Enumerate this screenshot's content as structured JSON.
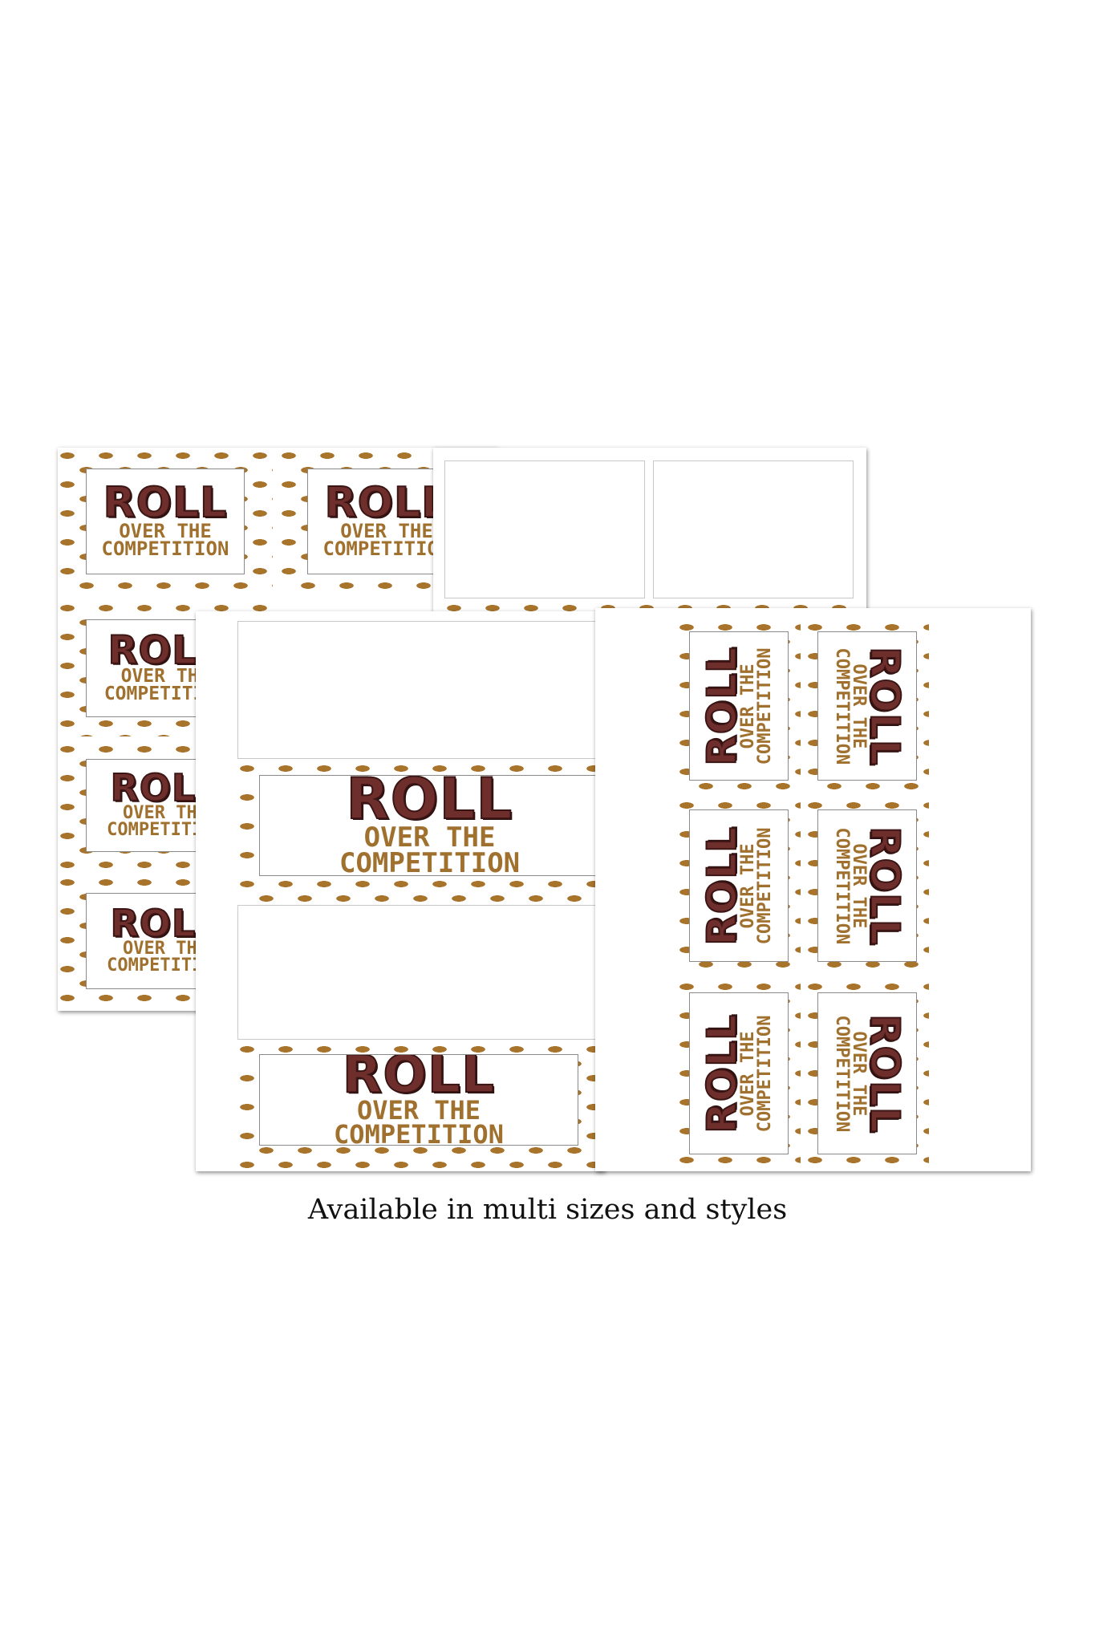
{
  "label": {
    "line1": "ROLL",
    "line2": "OVER THE",
    "line3": "COMPETITION"
  },
  "caption": "Available in multi sizes and styles",
  "colors": {
    "roll_maroon": "#6e2f2c",
    "text_gold": "#a0712e",
    "football_pattern": "#a8742c"
  },
  "icons": [
    "football-pattern-icon"
  ]
}
